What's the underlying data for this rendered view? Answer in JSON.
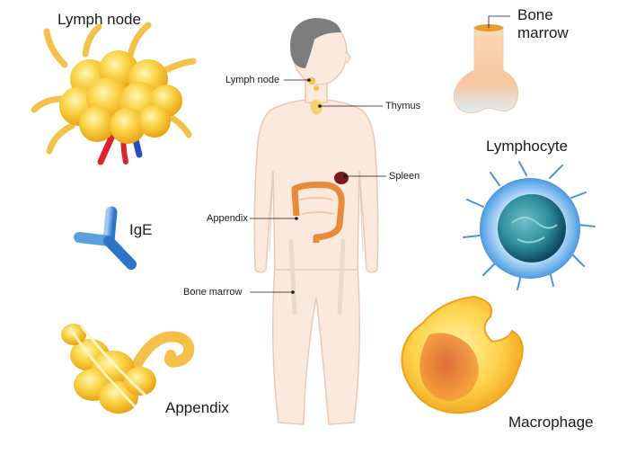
{
  "illustrations": {
    "lymph_node": {
      "label": "Lymph node"
    },
    "ige": {
      "label": "IgE"
    },
    "appendix": {
      "label": "Appendix"
    },
    "bone_marrow": {
      "label_line1": "Bone",
      "label_line2": "marrow"
    },
    "lymphocyte": {
      "label": "Lymphocyte"
    },
    "macrophage": {
      "label": "Macrophage"
    }
  },
  "body_callouts": {
    "lymph_node": "Lymph node",
    "thymus": "Thymus",
    "spleen": "Spleen",
    "appendix": "Appendix",
    "bone_marrow": "Bone marrow"
  },
  "colors": {
    "skin": "#fbe9dd",
    "skin_outline": "#e9c9b4",
    "hair": "#7d7d7d",
    "lymph_yellow": "#f7c531",
    "ige_blue": "#3b86d6",
    "macrophage_orange": "#f39a1e",
    "lymphocyte_blue": "#5fa9e8",
    "intestine": "#e98a3a",
    "spleen": "#7a1822"
  }
}
